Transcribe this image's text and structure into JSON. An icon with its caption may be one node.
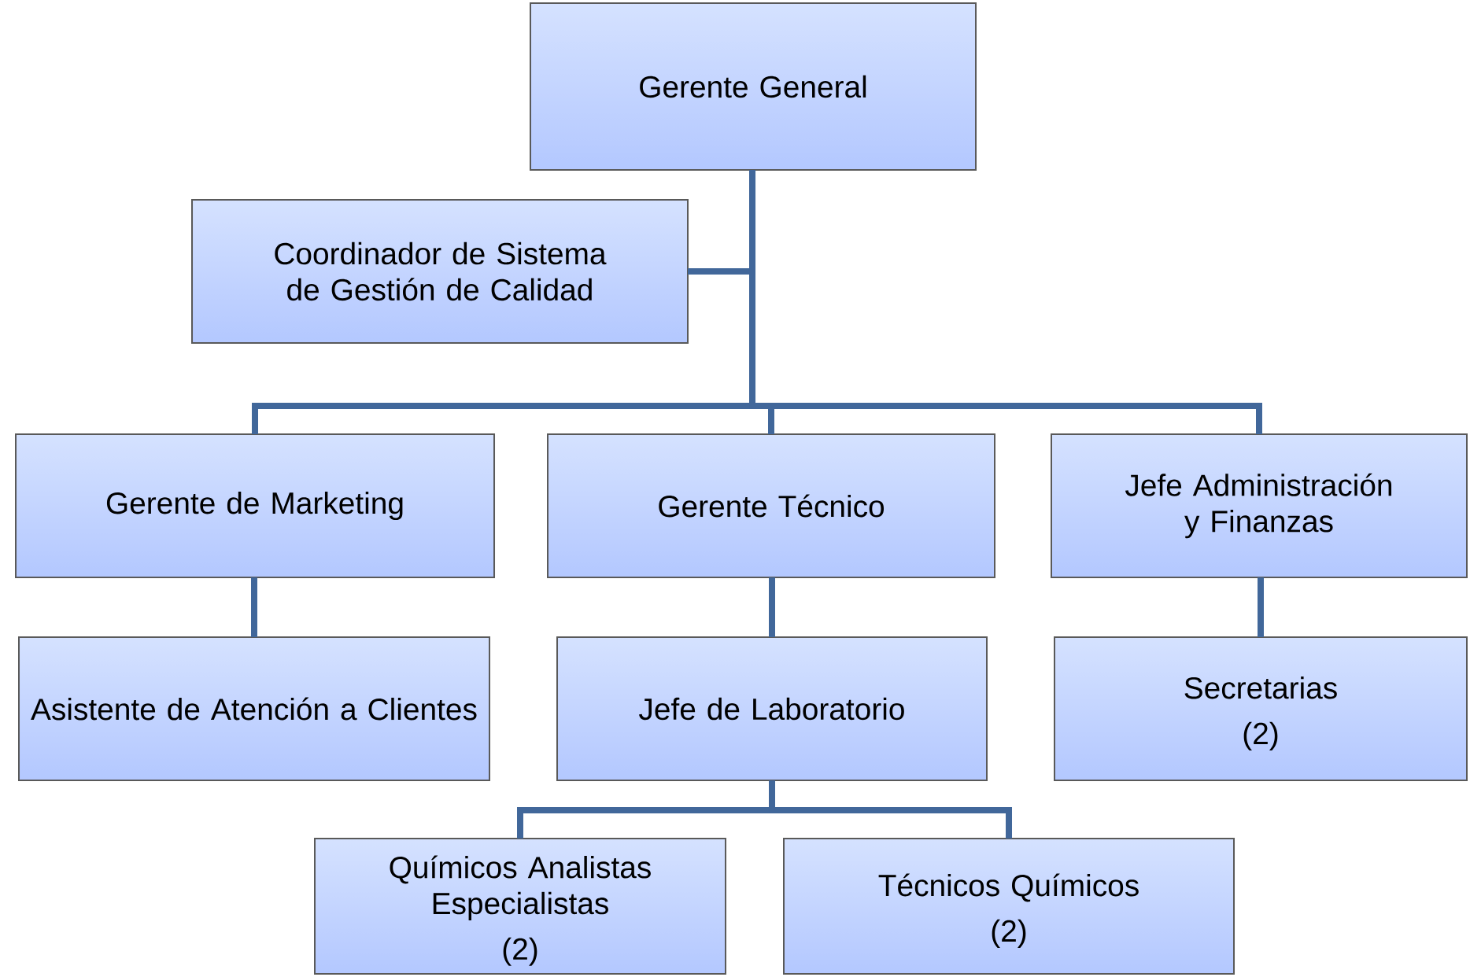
{
  "diagram": {
    "nodes": [
      {
        "text": [
          "Gerente General"
        ]
      },
      {
        "text": [
          "Coordinador de Sistema de Gestión de Calidad"
        ]
      },
      {
        "text": [
          "Gerente de Marketing"
        ]
      },
      {
        "text": [
          "Gerente Técnico"
        ]
      },
      {
        "text": [
          "Jefe Administración y Finanzas"
        ]
      },
      {
        "text": [
          "Asistente de Atención a Clientes"
        ]
      },
      {
        "text": [
          "Jefe de Laboratorio"
        ]
      },
      {
        "text": [
          "Secretarias",
          "(2)"
        ]
      },
      {
        "text": [
          "Químicos Analistas Especialistas",
          "(2)"
        ]
      },
      {
        "text": [
          "Técnicos Químicos",
          "(2)"
        ]
      }
    ],
    "edges": [
      {
        "from": 0,
        "to": 1,
        "arrow": "none"
      },
      {
        "from": 0,
        "to": 2,
        "arrow": "none"
      },
      {
        "from": 0,
        "to": 3,
        "arrow": "none"
      },
      {
        "from": 0,
        "to": 4,
        "arrow": "none"
      },
      {
        "from": 2,
        "to": 5,
        "arrow": "none"
      },
      {
        "from": 3,
        "to": 6,
        "arrow": "none"
      },
      {
        "from": 4,
        "to": 7,
        "arrow": "none"
      },
      {
        "from": 6,
        "to": 8,
        "arrow": "none"
      },
      {
        "from": 6,
        "to": 9,
        "arrow": "none"
      }
    ]
  }
}
